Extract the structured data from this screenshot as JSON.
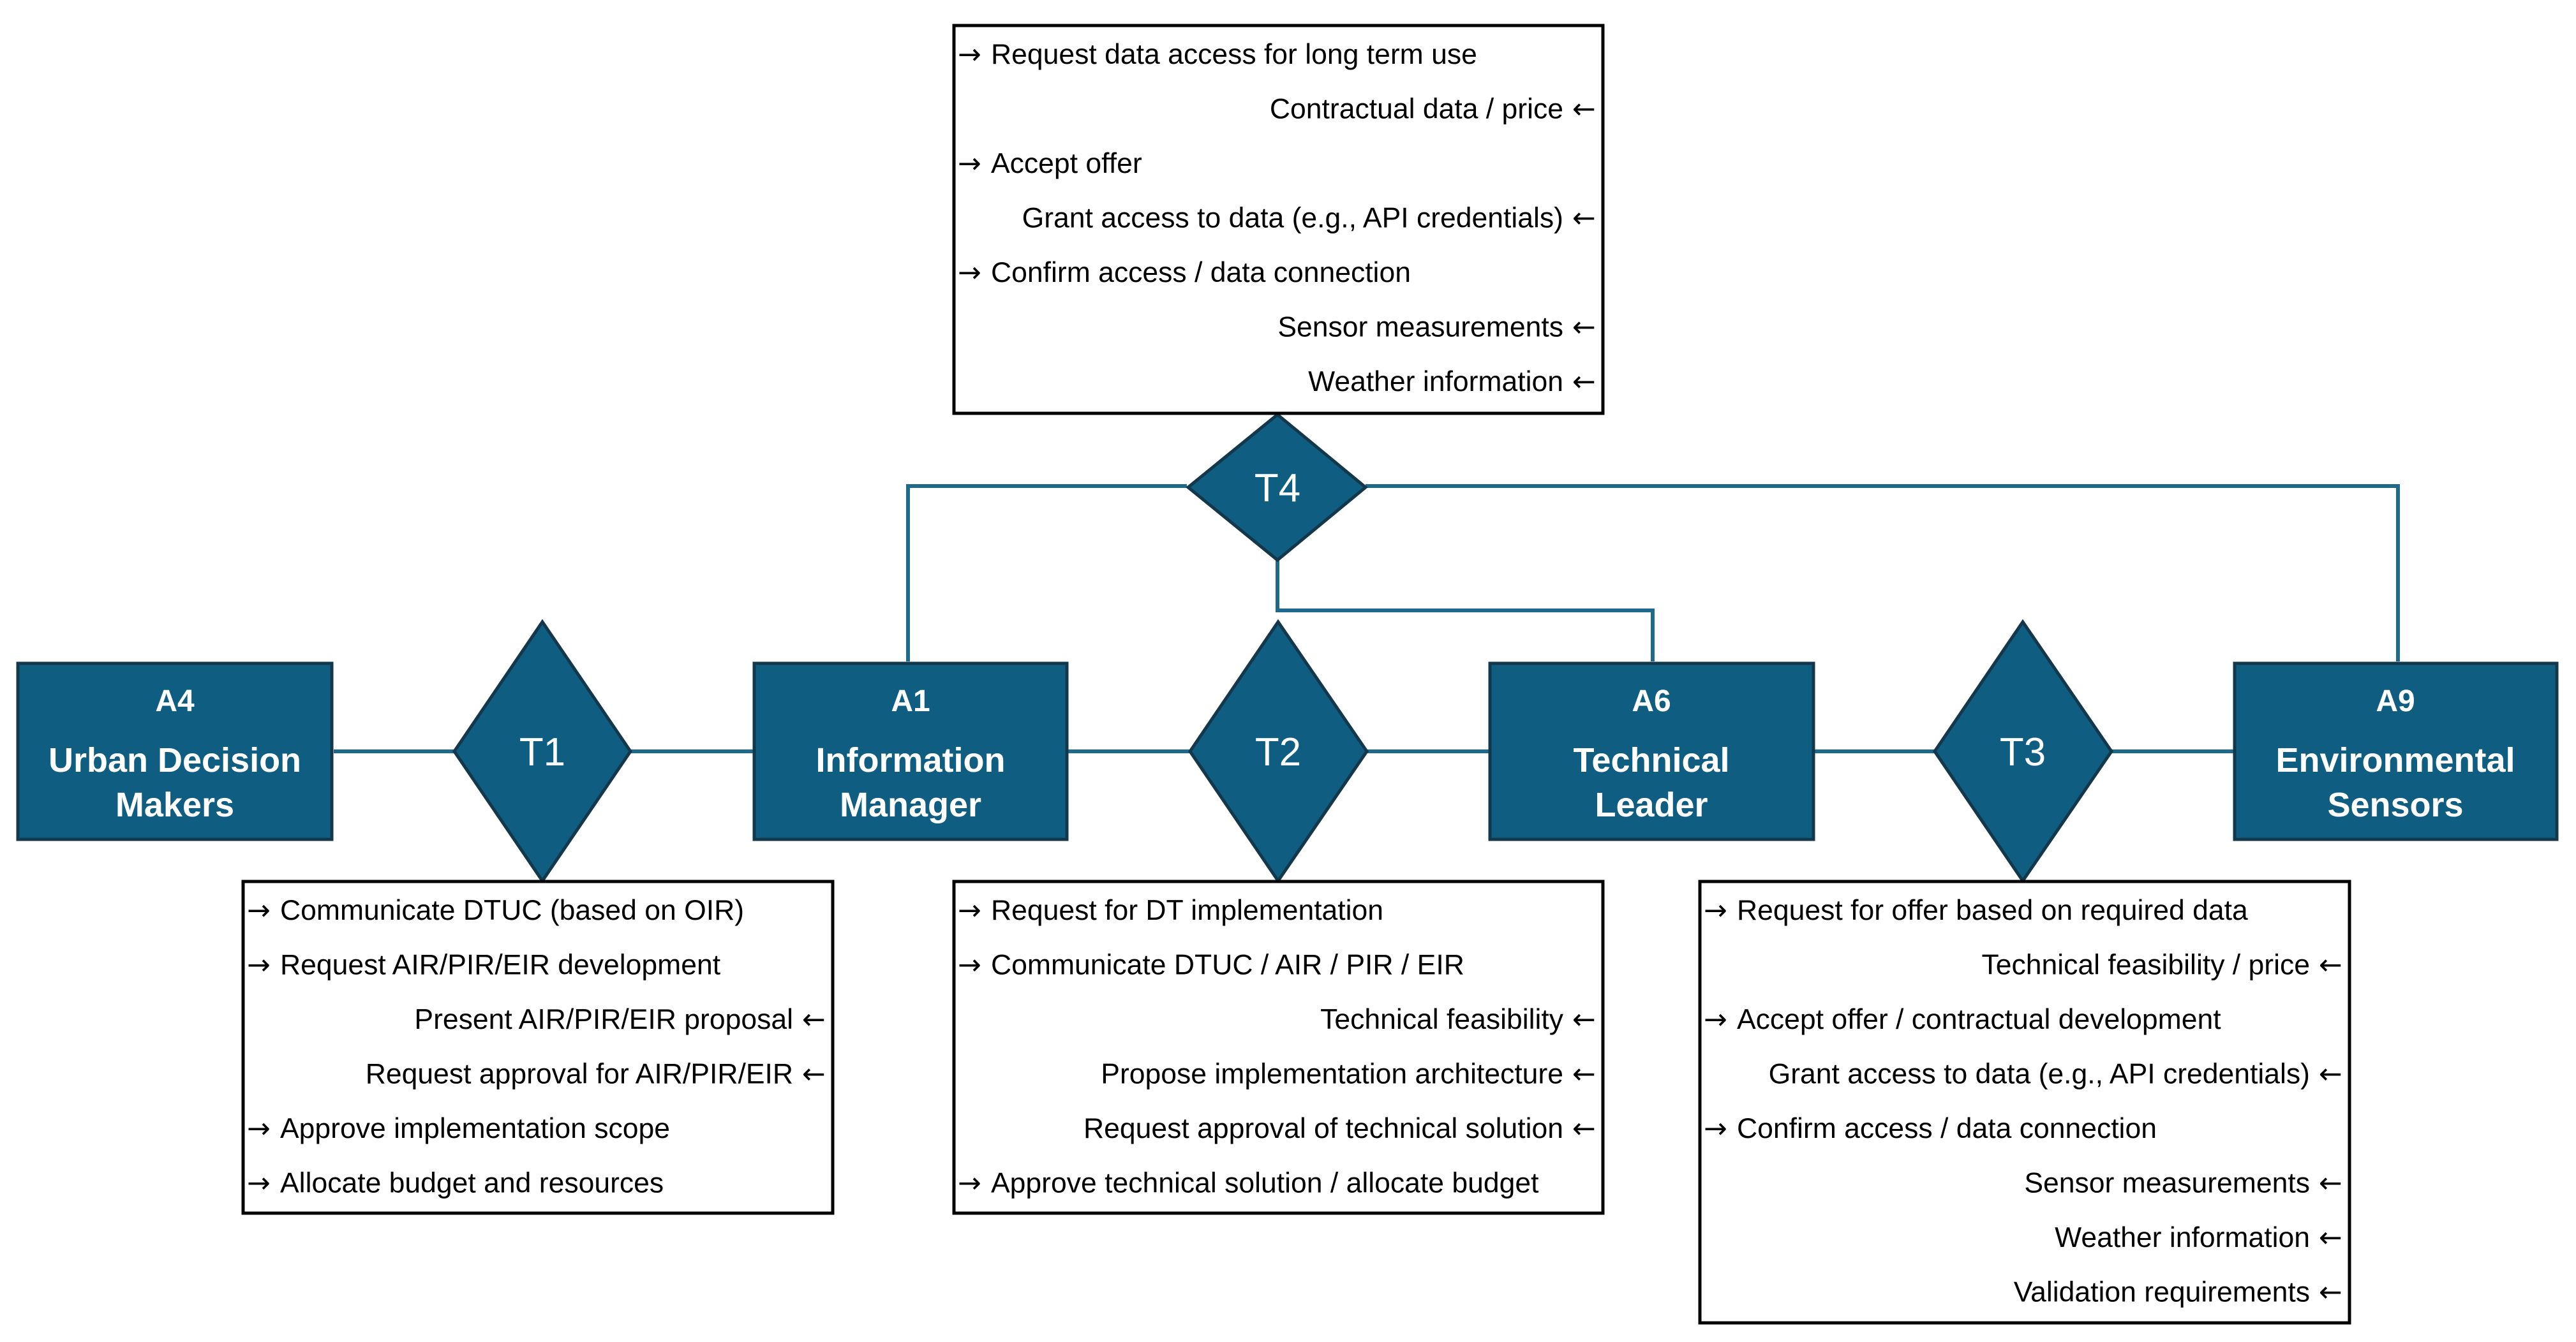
{
  "colors": {
    "actor_fill": "#0f5e82",
    "connector": "#1f6a8c",
    "outline": "#14384b"
  },
  "arrow_out": "→",
  "arrow_in": "←",
  "actors": [
    {
      "id": "A4",
      "name_line1": "Urban Decision",
      "name_line2": "Makers"
    },
    {
      "id": "A1",
      "name_line1": "Information",
      "name_line2": "Manager"
    },
    {
      "id": "A6",
      "name_line1": "Technical",
      "name_line2": "Leader"
    },
    {
      "id": "A9",
      "name_line1": "Environmental",
      "name_line2": "Sensors"
    }
  ],
  "transactions": [
    {
      "id": "T1",
      "messages": [
        {
          "dir": "out",
          "text": "Communicate DTUC (based on OIR)"
        },
        {
          "dir": "out",
          "text": "Request AIR/PIR/EIR development"
        },
        {
          "dir": "in",
          "text": "Present AIR/PIR/EIR proposal"
        },
        {
          "dir": "in",
          "text": "Request approval for AIR/PIR/EIR"
        },
        {
          "dir": "out",
          "text": "Approve implementation scope"
        },
        {
          "dir": "out",
          "text": "Allocate budget and resources"
        }
      ]
    },
    {
      "id": "T2",
      "messages": [
        {
          "dir": "out",
          "text": "Request for DT implementation"
        },
        {
          "dir": "out",
          "text": "Communicate DTUC / AIR / PIR / EIR"
        },
        {
          "dir": "in",
          "text": "Technical feasibility"
        },
        {
          "dir": "in",
          "text": "Propose implementation architecture"
        },
        {
          "dir": "in",
          "text": "Request approval of technical solution"
        },
        {
          "dir": "out",
          "text": "Approve technical solution / allocate budget"
        }
      ]
    },
    {
      "id": "T3",
      "messages": [
        {
          "dir": "out",
          "text": "Request for offer based on required data"
        },
        {
          "dir": "in",
          "text": "Technical feasibility / price"
        },
        {
          "dir": "out",
          "text": "Accept offer / contractual development"
        },
        {
          "dir": "in",
          "text": "Grant access to data (e.g., API credentials)"
        },
        {
          "dir": "out",
          "text": "Confirm access / data connection"
        },
        {
          "dir": "in",
          "text": "Sensor measurements"
        },
        {
          "dir": "in",
          "text": "Weather information"
        },
        {
          "dir": "in",
          "text": "Validation requirements"
        }
      ]
    },
    {
      "id": "T4",
      "messages": [
        {
          "dir": "out",
          "text": "Request data access for long term use"
        },
        {
          "dir": "in",
          "text": "Contractual data / price"
        },
        {
          "dir": "out",
          "text": "Accept offer"
        },
        {
          "dir": "in",
          "text": "Grant access to data (e.g., API credentials)"
        },
        {
          "dir": "out",
          "text": "Confirm access / data connection"
        },
        {
          "dir": "in",
          "text": "Sensor measurements"
        },
        {
          "dir": "in",
          "text": "Weather information"
        }
      ]
    }
  ]
}
